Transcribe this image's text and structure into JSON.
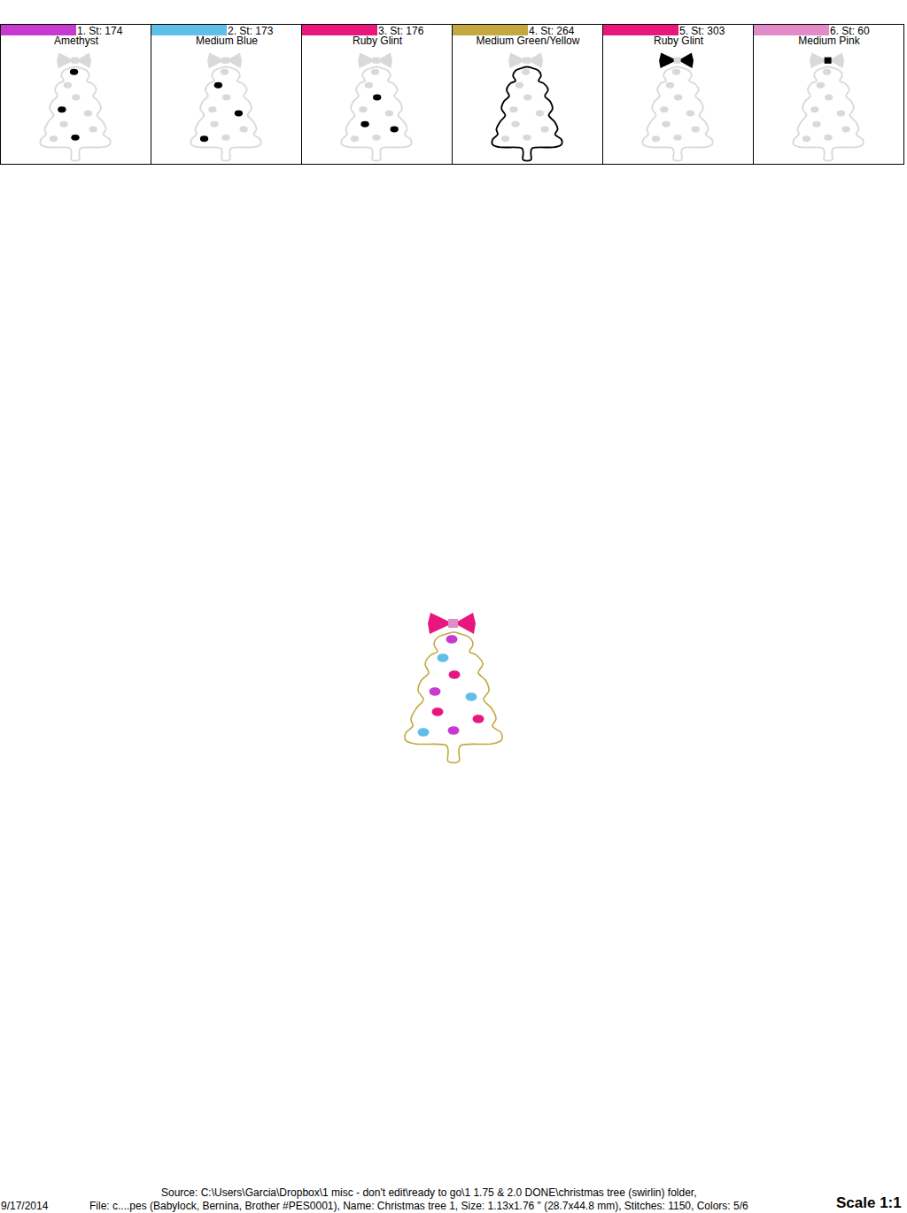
{
  "diagram": {
    "nodes": [
      {
        "text": [
          "1. St: 174",
          "Amethyst"
        ]
      },
      {
        "text": [
          "2. St: 173",
          "Medium Blue"
        ]
      },
      {
        "text": [
          "3. St: 176",
          "Ruby Glint"
        ]
      },
      {
        "text": [
          "4. St: 264",
          "Medium Green/Yellow"
        ]
      },
      {
        "text": [
          "5. St: 303",
          "Ruby Glint"
        ]
      },
      {
        "text": [
          "6. St: 60",
          "Medium Pink"
        ]
      }
    ],
    "labels": [
      "Source: C:\\Users\\Garcia\\Dropbox\\1 misc - don't edit\\ready to go\\1 1.75 & 2.0 DONE\\christmas tree (swirlin) folder,",
      "9/17/2014",
      "File: c....pes (Babylock, Bernina, Brother #PES0001), Name: Christmas tree 1, Size: 1.13x1.76 \" (28.7x44.8 mm), Stitches: 1150, Colors: 5/6",
      "Scale 1:1"
    ]
  }
}
